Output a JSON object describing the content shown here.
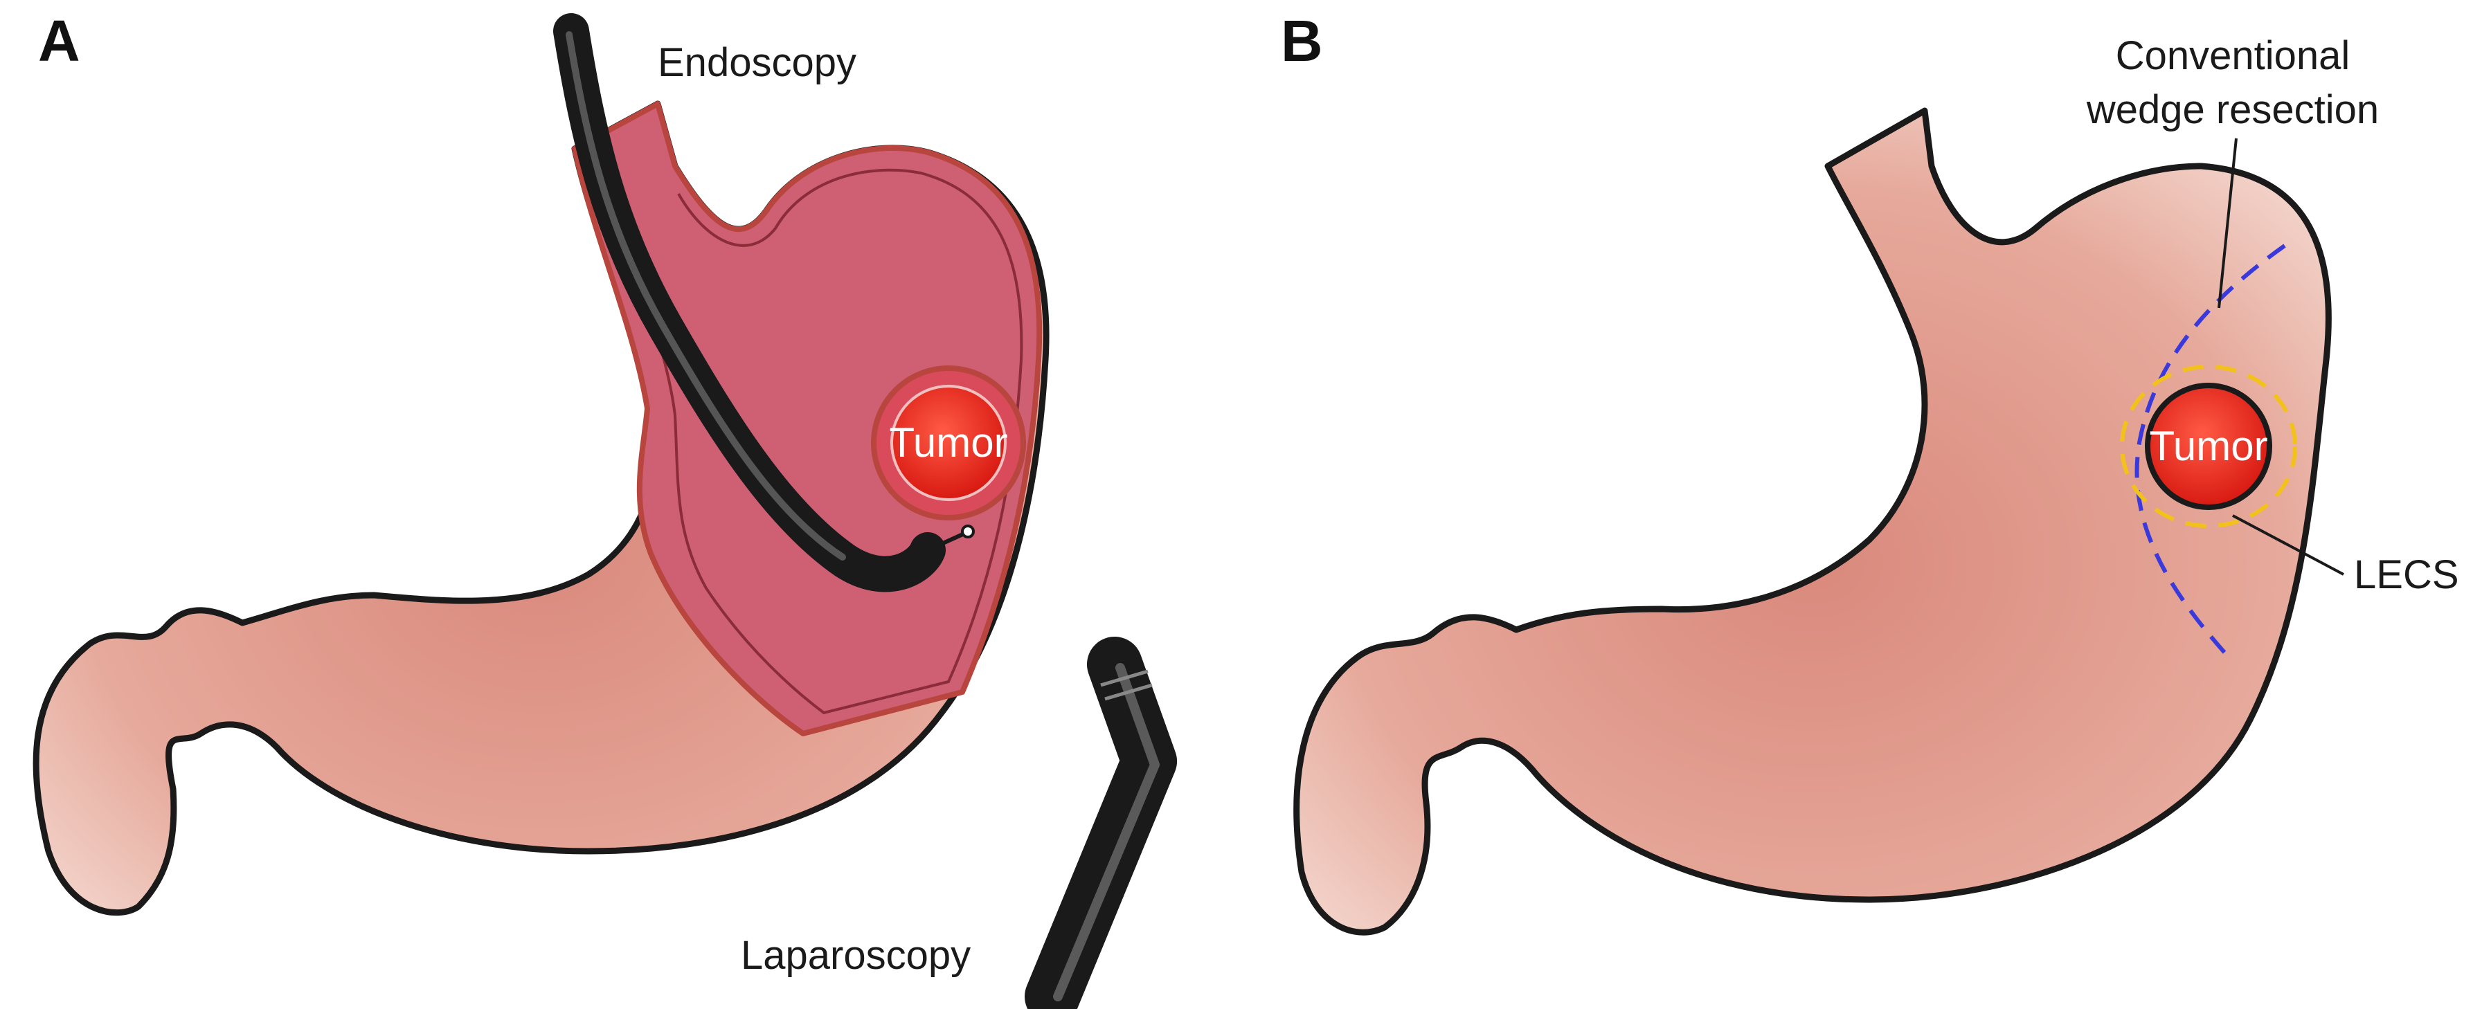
{
  "panels": [
    {
      "letter": "A",
      "labels": {
        "endoscopy": "Endoscopy",
        "laparoscopy": "Laparoscopy",
        "tumor": "Tumor"
      }
    },
    {
      "letter": "B",
      "labels": {
        "conventional_line1": "Conventional",
        "conventional_line2": "wedge resection",
        "lecs": "LECS",
        "tumor": "Tumor"
      }
    }
  ],
  "colors": {
    "stomach_fill": "#e0a092",
    "stomach_inner_wall": "#cf5f72",
    "stomach_wall_border": "#b8463e",
    "tumor": "#e32a1e",
    "scope": "#2c2c2c",
    "wedge_line": "#3a3adc",
    "lecs_line": "#f2c21a"
  }
}
